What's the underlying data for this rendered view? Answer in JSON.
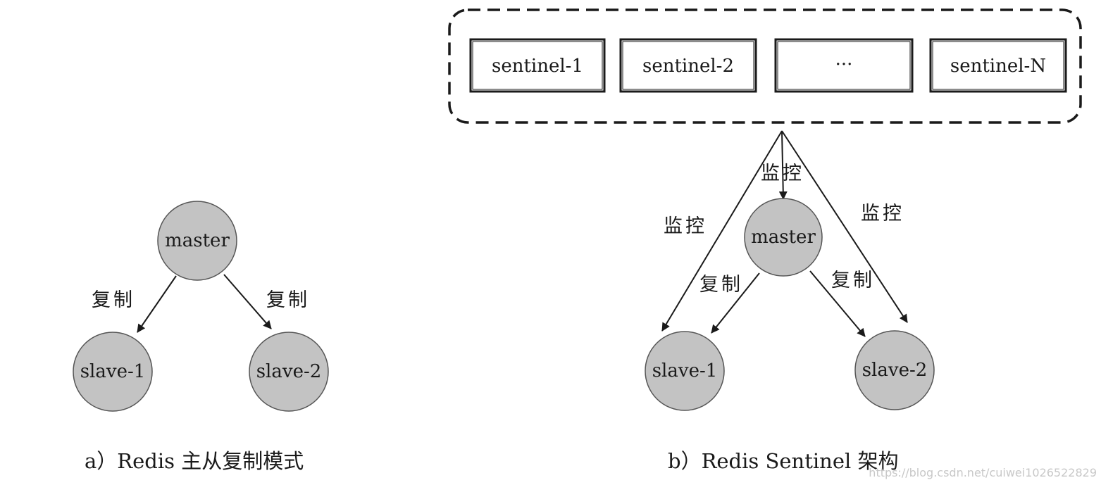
{
  "colors": {
    "node_fill": "#c3c3c3",
    "stroke": "#1a1a1a",
    "background": "#ffffff"
  },
  "left": {
    "master_label": "master",
    "slave1_label": "slave-1",
    "slave2_label": "slave-2",
    "edge_left_label": "复制",
    "edge_right_label": "复制",
    "caption": "a）Redis 主从复制模式"
  },
  "right": {
    "sentinels": [
      "sentinel-1",
      "sentinel-2",
      "···",
      "sentinel-N"
    ],
    "monitor_center_label": "监控",
    "monitor_left_label": "监控",
    "monitor_right_label": "监控",
    "master_label": "master",
    "slave1_label": "slave-1",
    "slave2_label": "slave-2",
    "edge_left_label": "复制",
    "edge_right_label": "复制",
    "caption": "b）Redis Sentinel 架构"
  },
  "watermark": "https://blog.csdn.net/cuiwei1026522829"
}
